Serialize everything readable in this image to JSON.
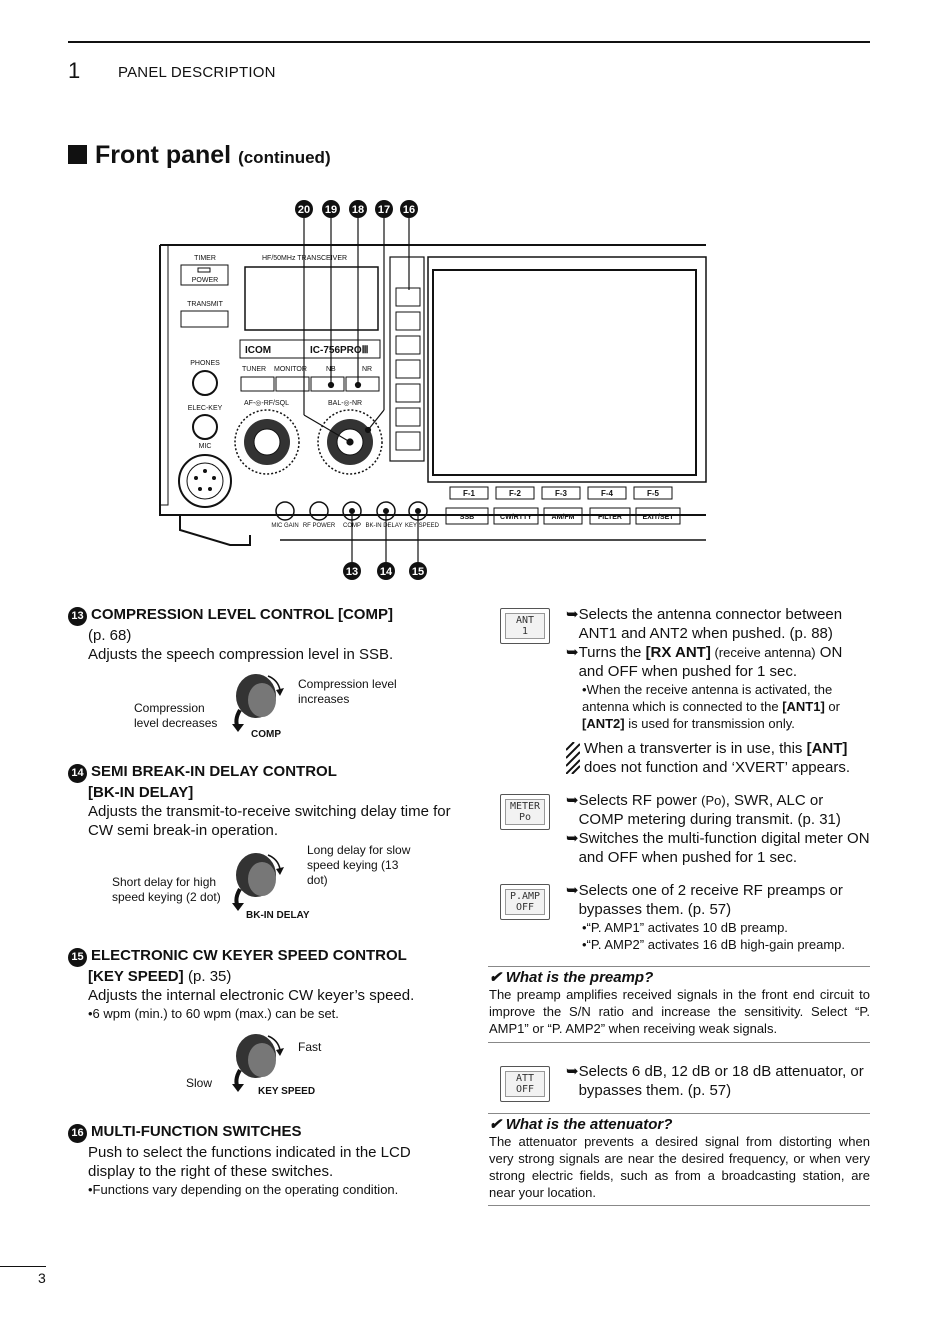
{
  "header": {
    "chapter_number": "1",
    "chapter_title": "PANEL DESCRIPTION"
  },
  "section": {
    "title": "Front panel",
    "continued": "(continued)"
  },
  "diagram": {
    "top_callouts": [
      "20",
      "19",
      "18",
      "17",
      "16"
    ],
    "bottom_callouts": [
      "13",
      "14",
      "15"
    ],
    "labels": {
      "timer": "TIMER",
      "power": "POWER",
      "transmit": "TRANSMIT",
      "phones": "PHONES",
      "elec_key": "ELEC-KEY",
      "mic": "MIC",
      "model_line": "HF/50MHz TRANSCEIVER",
      "brand": "ICOM",
      "model": "IC-756PROⅢ",
      "tuner": "TUNER",
      "monitor": "MONITOR",
      "nb": "NB",
      "nr": "NR",
      "af_rf": "AF-◎-RF/SQL",
      "bal_nr": "BAL-◎-NR",
      "mic_gain": "MIC GAIN",
      "rf_power": "RF POWER",
      "comp": "COMP",
      "bk_in": "BK-IN DELAY",
      "key_speed": "KEY SPEED",
      "fkeys": [
        "F-1",
        "F-2",
        "F-3",
        "F-4",
        "F-5"
      ],
      "mode_keys": [
        "SSB",
        "CW/RTTY",
        "AM/FM",
        "FILTER",
        "EXIT/SET"
      ]
    }
  },
  "left": {
    "item13": {
      "num": "13",
      "title": "COMPRESSION LEVEL CONTROL [COMP]",
      "page": "(p. 68)",
      "desc": "Adjusts the speech compression level in SSB.",
      "knob_right": "Compression level increases",
      "knob_left": "Compression level decreases",
      "knob_cap": "COMP"
    },
    "item14": {
      "num": "14",
      "title_1": "SEMI BREAK-IN DELAY CONTROL",
      "title_2": "[BK-IN DELAY]",
      "desc": "Adjusts the transmit-to-receive switching delay time for CW semi break-in operation.",
      "knob_right": "Long delay for slow speed keying (13 dot)",
      "knob_left": "Short delay for high speed keying (2 dot)",
      "knob_cap": "BK-IN DELAY"
    },
    "item15": {
      "num": "15",
      "title_1": "ELECTRONIC CW KEYER SPEED CONTROL",
      "title_2": "[KEY SPEED]",
      "page": "(p. 35)",
      "desc": "Adjusts the internal electronic CW keyer’s speed.",
      "note": "•6 wpm (min.) to 60 wpm (max.) can be set.",
      "knob_right": "Fast",
      "knob_left": "Slow",
      "knob_cap": "KEY SPEED"
    },
    "item16": {
      "num": "16",
      "title": "MULTI-FUNCTION SWITCHES",
      "desc": "Push to select the functions indicated in the LCD display to the right of these switches.",
      "note": "•Functions vary depending on the operating condition."
    }
  },
  "right": {
    "ant": {
      "btn_l1": "ANT",
      "btn_l2": "1",
      "b1": "Selects the antenna connector between ANT1 and ANT2 when pushed. (p. 88)",
      "b2_pre": "Turns the ",
      "b2_bold": "[RX ANT]",
      "b2_small": " (receive antenna)",
      "b2_post": " ON and OFF when pushed for 1 sec.",
      "note_pre": "•When the receive antenna is activated, the antenna which is connected to the ",
      "note_b1": "[ANT1]",
      "note_mid": " or ",
      "note_b2": "[ANT2]",
      "note_post": " is used for transmission only.",
      "warn_pre": "When a transverter is in use, this ",
      "warn_bold": "[ANT]",
      "warn_post": " does not function and ‘XVERT’ appears."
    },
    "meter": {
      "btn_l1": "METER",
      "btn_l2": "Po",
      "b1_pre": "Selects RF power ",
      "b1_small": "(Po)",
      "b1_post": ", SWR, ALC or COMP metering during transmit. (p. 31)",
      "b2": "Switches the multi-function digital meter ON and OFF when pushed for 1 sec."
    },
    "pamp": {
      "btn_l1": "P.AMP",
      "btn_l2": "OFF",
      "b1": "Selects one of 2 receive RF preamps or bypasses them. (p. 57)",
      "n1": "•“P. AMP1” activates 10 dB preamp.",
      "n2": "•“P. AMP2” activates 16 dB high-gain preamp."
    },
    "preamp_box": {
      "title": "✔ What is the preamp?",
      "text": "The preamp amplifies received signals in the front end circuit to improve the S/N ratio and increase the sensitivity. Select “P. AMP1” or “P. AMP2” when receiving weak signals."
    },
    "att": {
      "btn_l1": "ATT",
      "btn_l2": "OFF",
      "b1": "Selects 6 dB, 12 dB or 18 dB attenuator, or bypasses them. (p. 57)"
    },
    "att_box": {
      "title": "✔ What is the attenuator?",
      "text": "The attenuator prevents a desired signal from distorting when very strong signals are near the desired frequency, or when very strong electric fields, such as from a broadcasting station, are near your location."
    }
  },
  "footer": {
    "page_number": "3"
  }
}
